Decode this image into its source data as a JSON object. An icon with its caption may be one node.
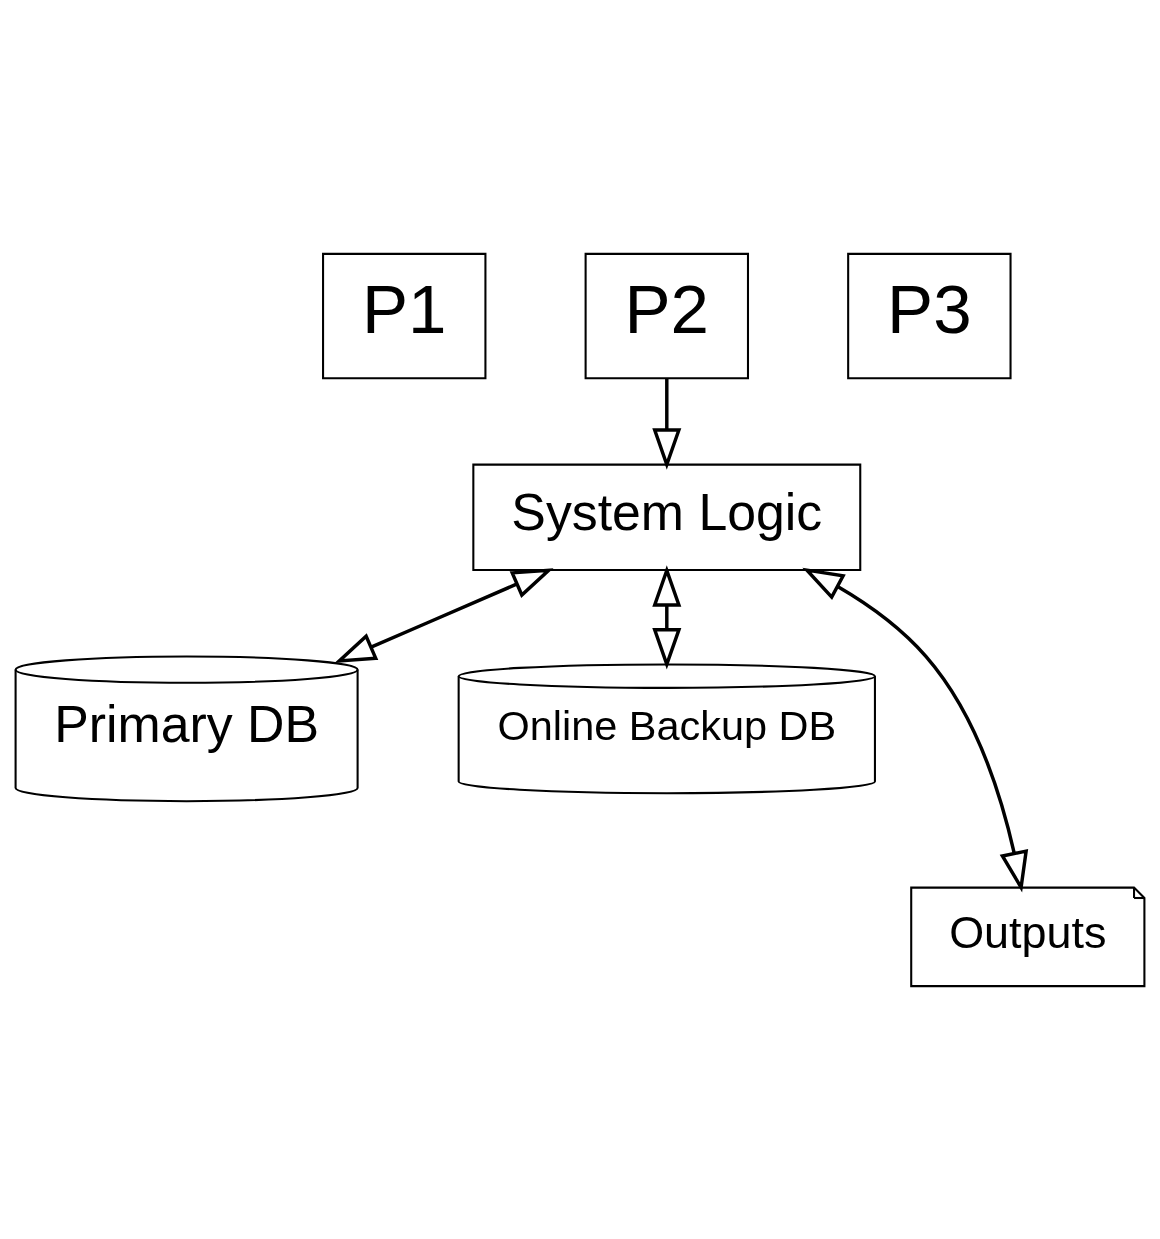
{
  "diagram": {
    "nodes": [
      {
        "text": [
          "P1"
        ]
      },
      {
        "text": [
          "P2"
        ]
      },
      {
        "text": [
          "P3"
        ]
      },
      {
        "text": [
          "System Logic"
        ]
      },
      {
        "text": [
          "Primary DB"
        ]
      },
      {
        "text": [
          "Online Backup DB"
        ]
      },
      {
        "text": [
          "Outputs"
        ]
      }
    ],
    "edges": [
      {
        "from": 1,
        "to": 3,
        "arrow": "to"
      },
      {
        "from": 3,
        "to": 4,
        "arrow": "both"
      },
      {
        "from": 3,
        "to": 5,
        "arrow": "both"
      },
      {
        "from": 3,
        "to": 6,
        "arrow": "both"
      }
    ]
  }
}
